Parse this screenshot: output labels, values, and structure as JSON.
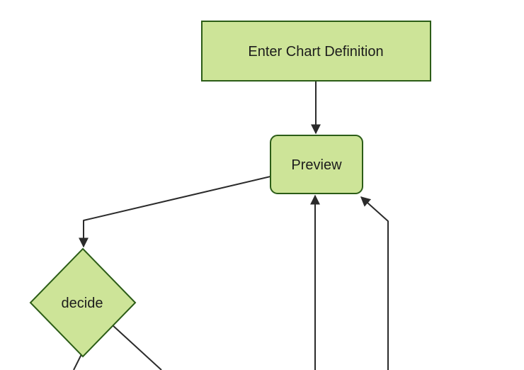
{
  "diagram": {
    "type": "flowchart",
    "direction": "top-down",
    "nodes": [
      {
        "id": "enter-chart-definition",
        "label": "Enter Chart Definition",
        "shape": "rectangle"
      },
      {
        "id": "preview",
        "label": "Preview",
        "shape": "rounded-rectangle"
      },
      {
        "id": "decide",
        "label": "decide",
        "shape": "diamond"
      }
    ],
    "edges": [
      {
        "from": "enter-chart-definition",
        "to": "preview",
        "arrow": "solid-triangle"
      },
      {
        "from": "preview",
        "to": "decide",
        "arrow": "solid-triangle"
      },
      {
        "from": "offscreen-below",
        "to": "preview",
        "arrow": "solid-triangle"
      },
      {
        "from": "offscreen-below-right",
        "to": "preview",
        "arrow": "solid-triangle"
      },
      {
        "from": "decide",
        "to": "offscreen-below-left",
        "arrow": "none-visible"
      },
      {
        "from": "decide",
        "to": "offscreen-below-right",
        "arrow": "none-visible"
      }
    ]
  },
  "theme": {
    "background": "#ffffff",
    "node_fill": "#cde498",
    "node_border": "#2c5d17",
    "edge_color": "#2b2b2b",
    "text_color": "#1c1c1c"
  }
}
